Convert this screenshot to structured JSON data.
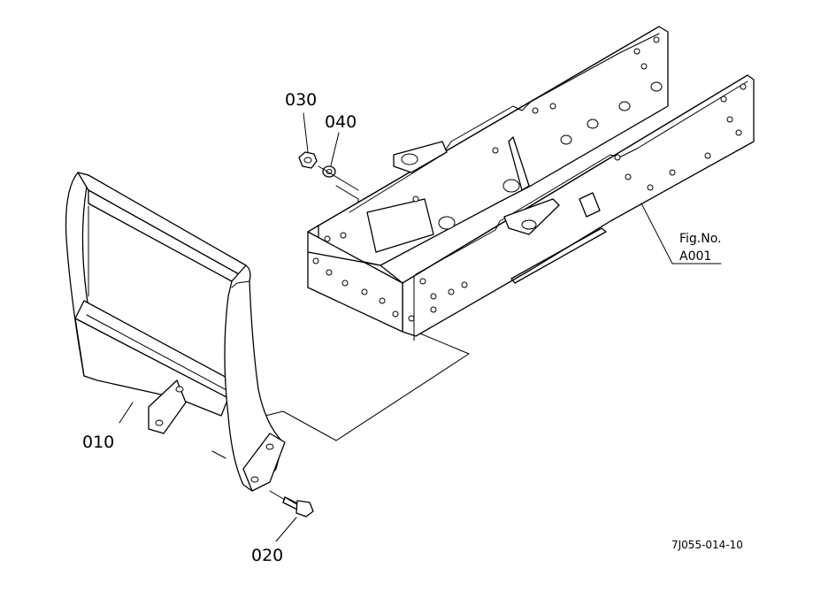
{
  "callouts": {
    "part_010": "010",
    "part_020": "020",
    "part_030": "030",
    "part_040": "040"
  },
  "figure_ref": {
    "line1": "Fig.No.",
    "line2": "A001"
  },
  "drawing_code": "7J055-014-10"
}
